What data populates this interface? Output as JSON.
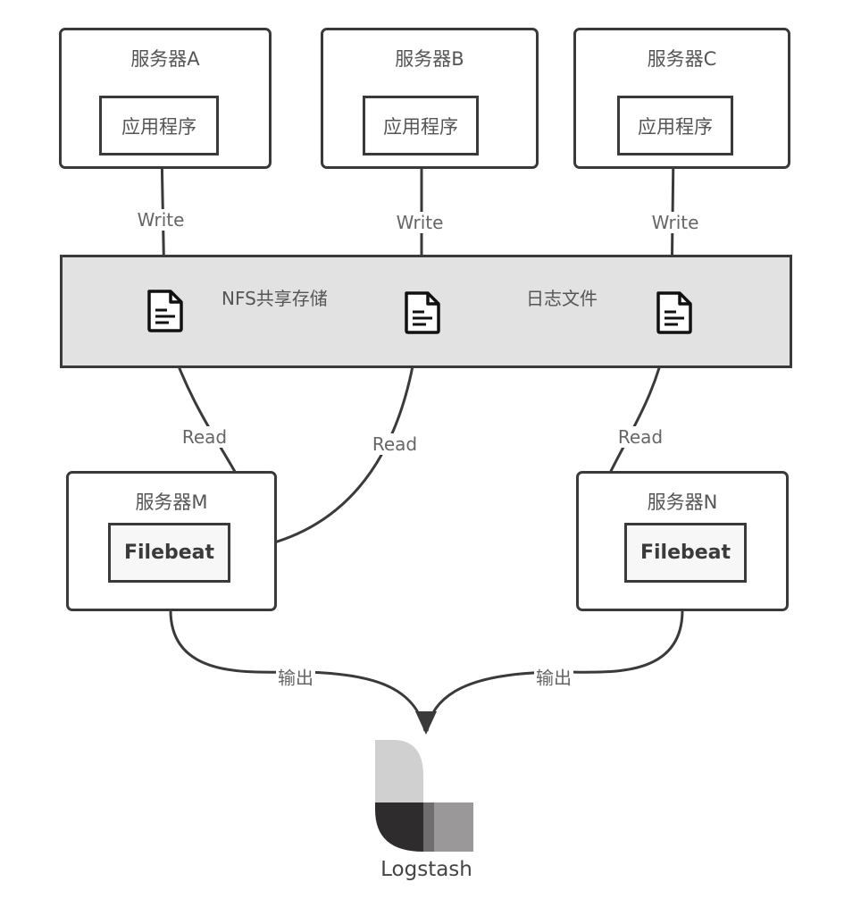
{
  "servers_top": [
    {
      "title": "服务器A",
      "app": "应用程序",
      "edge_label": "Write"
    },
    {
      "title": "服务器B",
      "app": "应用程序",
      "edge_label": "Write"
    },
    {
      "title": "服务器C",
      "app": "应用程序",
      "edge_label": "Write"
    }
  ],
  "storage": {
    "title": "NFS共享存储",
    "subtitle": "日志文件",
    "files": [
      {
        "icon": "document-icon"
      },
      {
        "icon": "document-icon"
      },
      {
        "icon": "document-icon"
      }
    ]
  },
  "servers_bottom": [
    {
      "title": "服务器M",
      "agent": "Filebeat",
      "read_labels": [
        "Read",
        "Read"
      ]
    },
    {
      "title": "服务器N",
      "agent": "Filebeat",
      "read_labels": [
        "Read"
      ]
    }
  ],
  "output_labels": [
    "输出",
    "输出"
  ],
  "sink": {
    "name": "Logstash",
    "icon": "logstash-logo-icon"
  },
  "colors": {
    "stroke": "#3a3a3a",
    "storage_fill": "#e2e2e2",
    "label_text": "#666666",
    "logo_light": "#d0d0d0",
    "logo_dark": "#2e2c2d",
    "logo_mid": "#9a9899"
  }
}
